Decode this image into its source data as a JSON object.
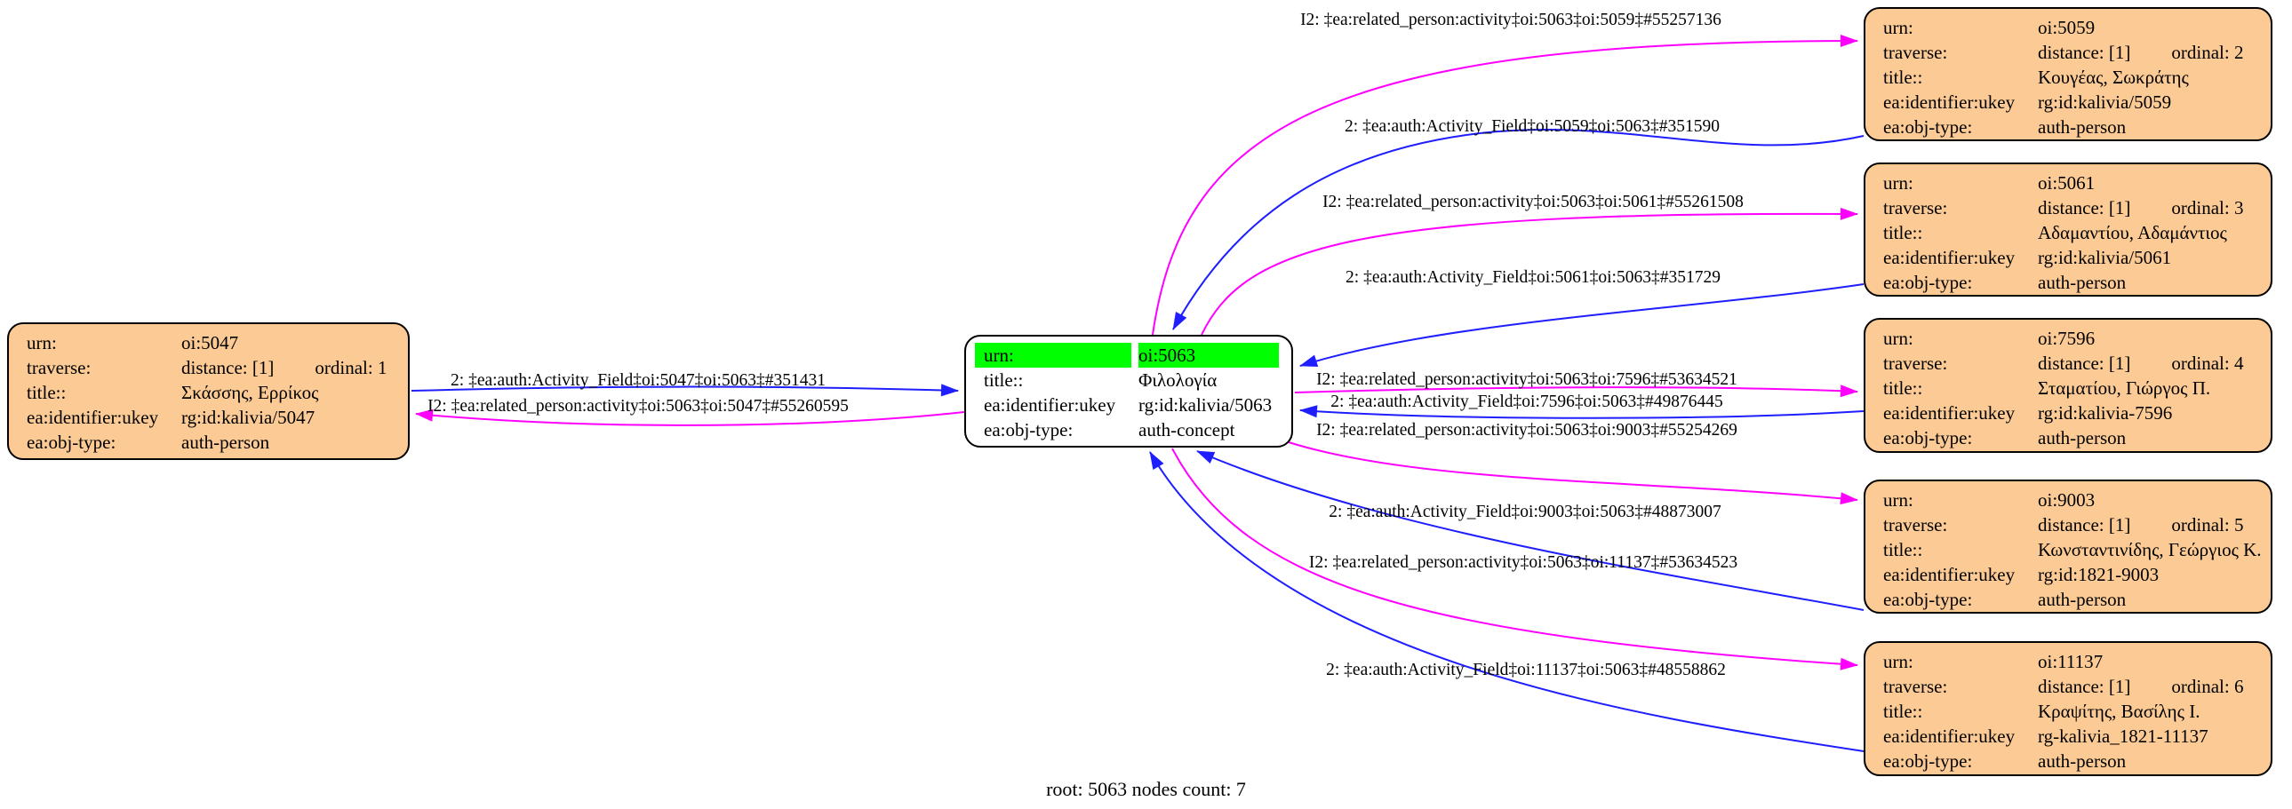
{
  "caption": "root: 5063 nodes count: 7",
  "colors": {
    "node_fill": "#fbca95",
    "node_stroke": "#000000",
    "root_fill": "#ffffff",
    "highlight": "#00ff00",
    "edge_blue": "#1e1eff",
    "edge_magenta": "#ff00ff"
  },
  "labels": {
    "urn": "urn:",
    "traverse": "traverse:",
    "title": "title::",
    "ukey": "ea:identifier:ukey",
    "objtype": "ea:obj-type:"
  },
  "nodes": [
    {
      "id": "5047",
      "urn": "oi:5047",
      "distance": "distance: [1]",
      "ordinal": "ordinal: 1",
      "title": "Σκάσσης, Ερρίκος",
      "ukey": "rg:id:kalivia/5047",
      "objtype": "auth-person"
    },
    {
      "id": "5063",
      "highlighted": true,
      "urn": "oi:5063",
      "title": "Φιλολογία",
      "ukey": "rg:id:kalivia/5063",
      "objtype": "auth-concept"
    },
    {
      "id": "5059",
      "urn": "oi:5059",
      "distance": "distance: [1]",
      "ordinal": "ordinal: 2",
      "title": "Κουγέας, Σωκράτης",
      "ukey": "rg:id:kalivia/5059",
      "objtype": "auth-person"
    },
    {
      "id": "5061",
      "urn": "oi:5061",
      "distance": "distance: [1]",
      "ordinal": "ordinal: 3",
      "title": "Αδαμαντίου, Αδαμάντιος",
      "ukey": "rg:id:kalivia/5061",
      "objtype": "auth-person"
    },
    {
      "id": "7596",
      "urn": "oi:7596",
      "distance": "distance: [1]",
      "ordinal": "ordinal: 4",
      "title": "Σταματίου, Γιώργος Π.",
      "ukey": "rg:id:kalivia-7596",
      "objtype": "auth-person"
    },
    {
      "id": "9003",
      "urn": "oi:9003",
      "distance": "distance: [1]",
      "ordinal": "ordinal: 5",
      "title": "Κωνσταντινίδης, Γεώργιος Κ.",
      "ukey": "rg:id:1821-9003",
      "objtype": "auth-person"
    },
    {
      "id": "11137",
      "urn": "oi:11137",
      "distance": "distance: [1]",
      "ordinal": "ordinal: 6",
      "title": "Κραψίτης, Βασίλης Ι.",
      "ukey": "rg-kalivia_1821-11137",
      "objtype": "auth-person"
    }
  ],
  "edges": [
    {
      "id": "b5047",
      "color": "blue",
      "label": "2: ‡ea:auth:Activity_Field‡oi:5047‡oi:5063‡#351431"
    },
    {
      "id": "m5047",
      "color": "magenta",
      "label": "I2: ‡ea:related_person:activity‡oi:5063‡oi:5047‡#55260595"
    },
    {
      "id": "m5059",
      "color": "magenta",
      "label": "I2: ‡ea:related_person:activity‡oi:5063‡oi:5059‡#55257136"
    },
    {
      "id": "b5059",
      "color": "blue",
      "label": "2: ‡ea:auth:Activity_Field‡oi:5059‡oi:5063‡#351590"
    },
    {
      "id": "m5061",
      "color": "magenta",
      "label": "I2: ‡ea:related_person:activity‡oi:5063‡oi:5061‡#55261508"
    },
    {
      "id": "b5061",
      "color": "blue",
      "label": "2: ‡ea:auth:Activity_Field‡oi:5061‡oi:5063‡#351729"
    },
    {
      "id": "m7596",
      "color": "magenta",
      "label": "I2: ‡ea:related_person:activity‡oi:5063‡oi:7596‡#53634521"
    },
    {
      "id": "b7596",
      "color": "blue",
      "label": "2: ‡ea:auth:Activity_Field‡oi:7596‡oi:5063‡#49876445"
    },
    {
      "id": "m9003",
      "color": "magenta",
      "label": "I2: ‡ea:related_person:activity‡oi:5063‡oi:9003‡#55254269"
    },
    {
      "id": "b9003",
      "color": "blue",
      "label": "2: ‡ea:auth:Activity_Field‡oi:9003‡oi:5063‡#48873007"
    },
    {
      "id": "m11137",
      "color": "magenta",
      "label": "I2: ‡ea:related_person:activity‡oi:5063‡oi:11137‡#53634523"
    },
    {
      "id": "b11137",
      "color": "blue",
      "label": "2: ‡ea:auth:Activity_Field‡oi:11137‡oi:5063‡#48558862"
    }
  ]
}
